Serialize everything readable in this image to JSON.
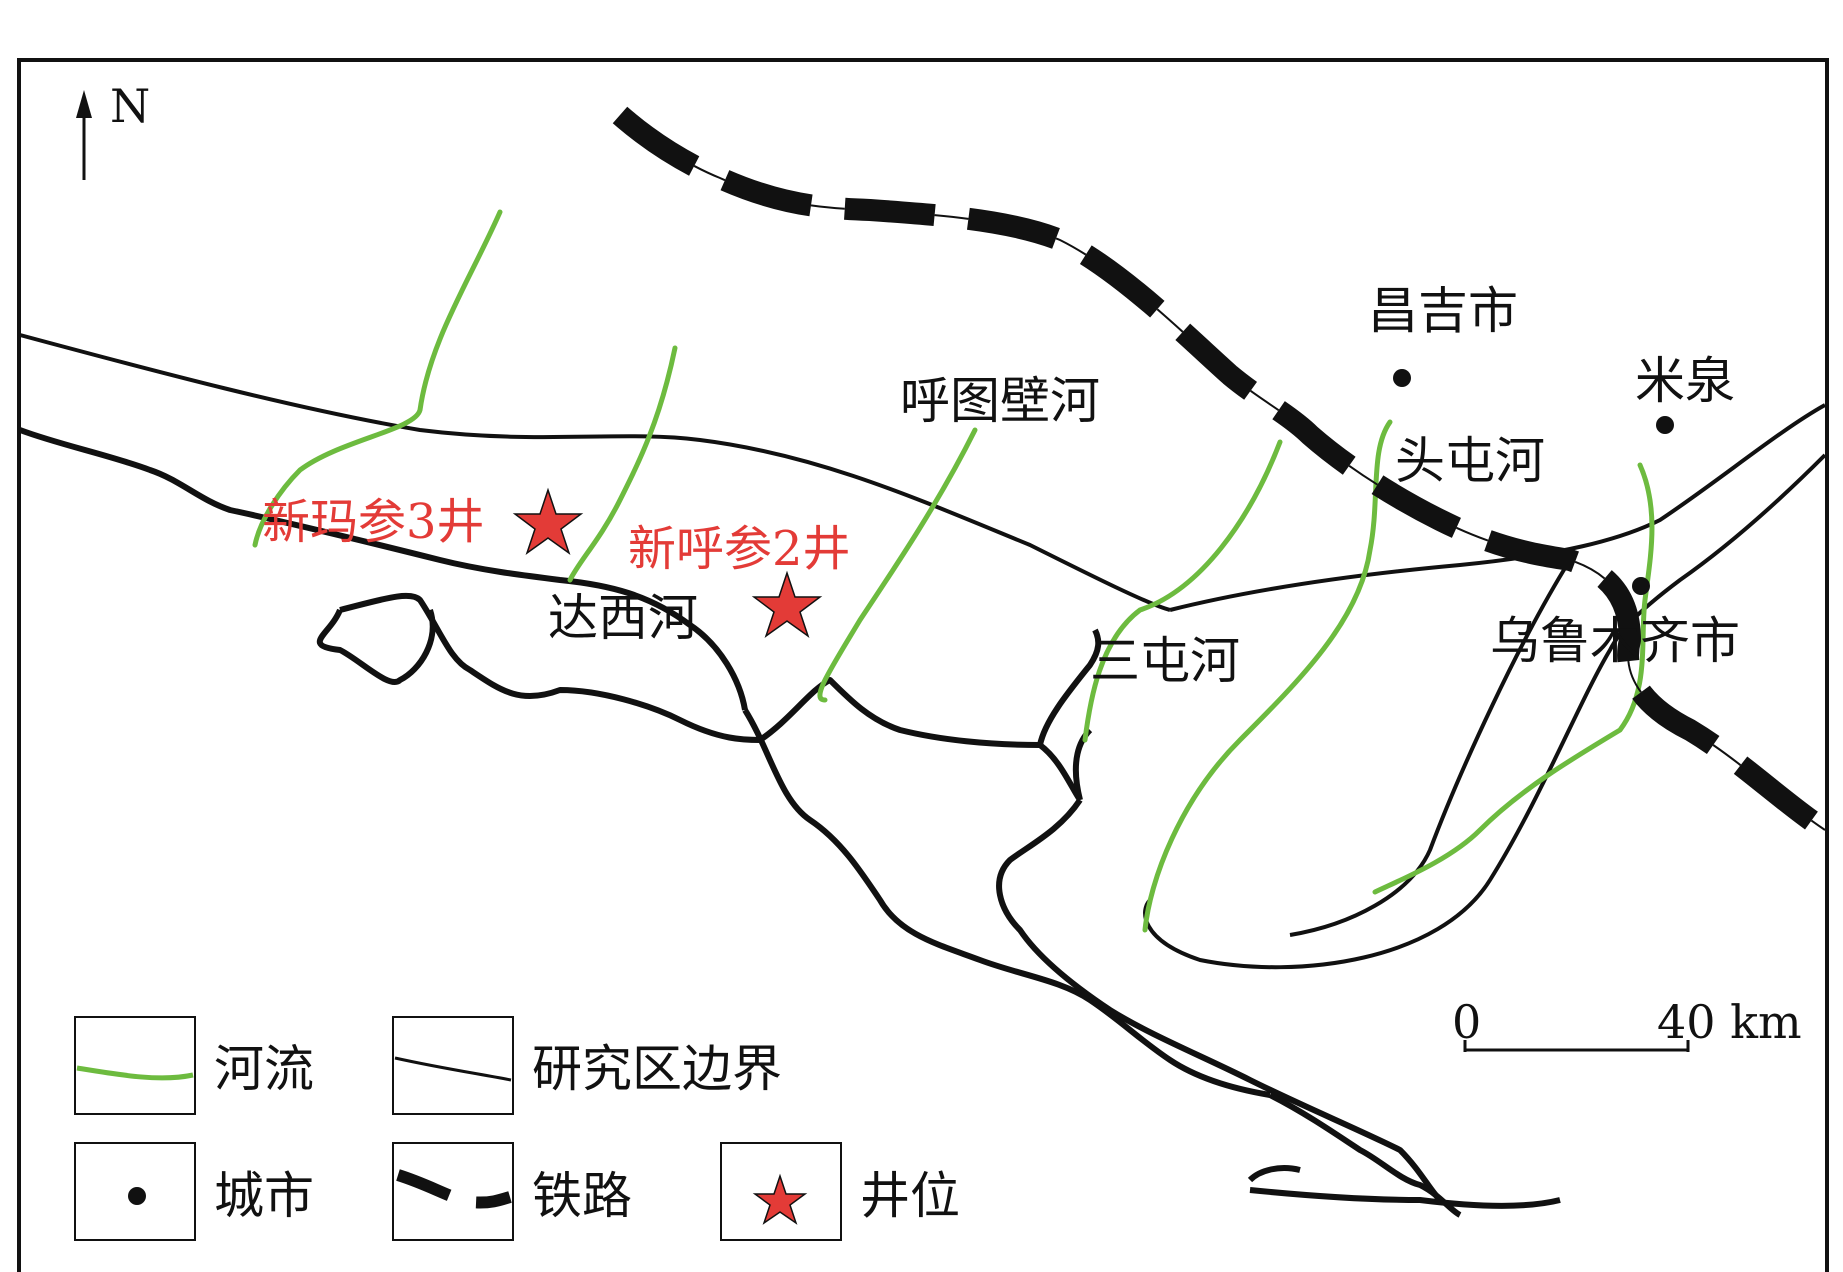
{
  "north": "N",
  "colors": {
    "river": "#6dbb3f",
    "well": "#e33b37",
    "line": "#111111",
    "well_label": "#e33b37"
  },
  "rivers": {
    "hutubi": "呼图壁河",
    "toutun": "头屯河",
    "sangong": "三屯河",
    "daxi": "达西河"
  },
  "cities": {
    "changji": "昌吉市",
    "miquan": "米泉",
    "urumqi": "乌鲁木齐市"
  },
  "wells": {
    "xinma3": "新玛参3井",
    "xinhu2": "新呼参2井"
  },
  "scale": {
    "start": "0",
    "end": "40 km"
  },
  "legend": {
    "river": "河流",
    "boundary": "研究区边界",
    "city": "城市",
    "railway": "铁路",
    "well": "井位"
  }
}
